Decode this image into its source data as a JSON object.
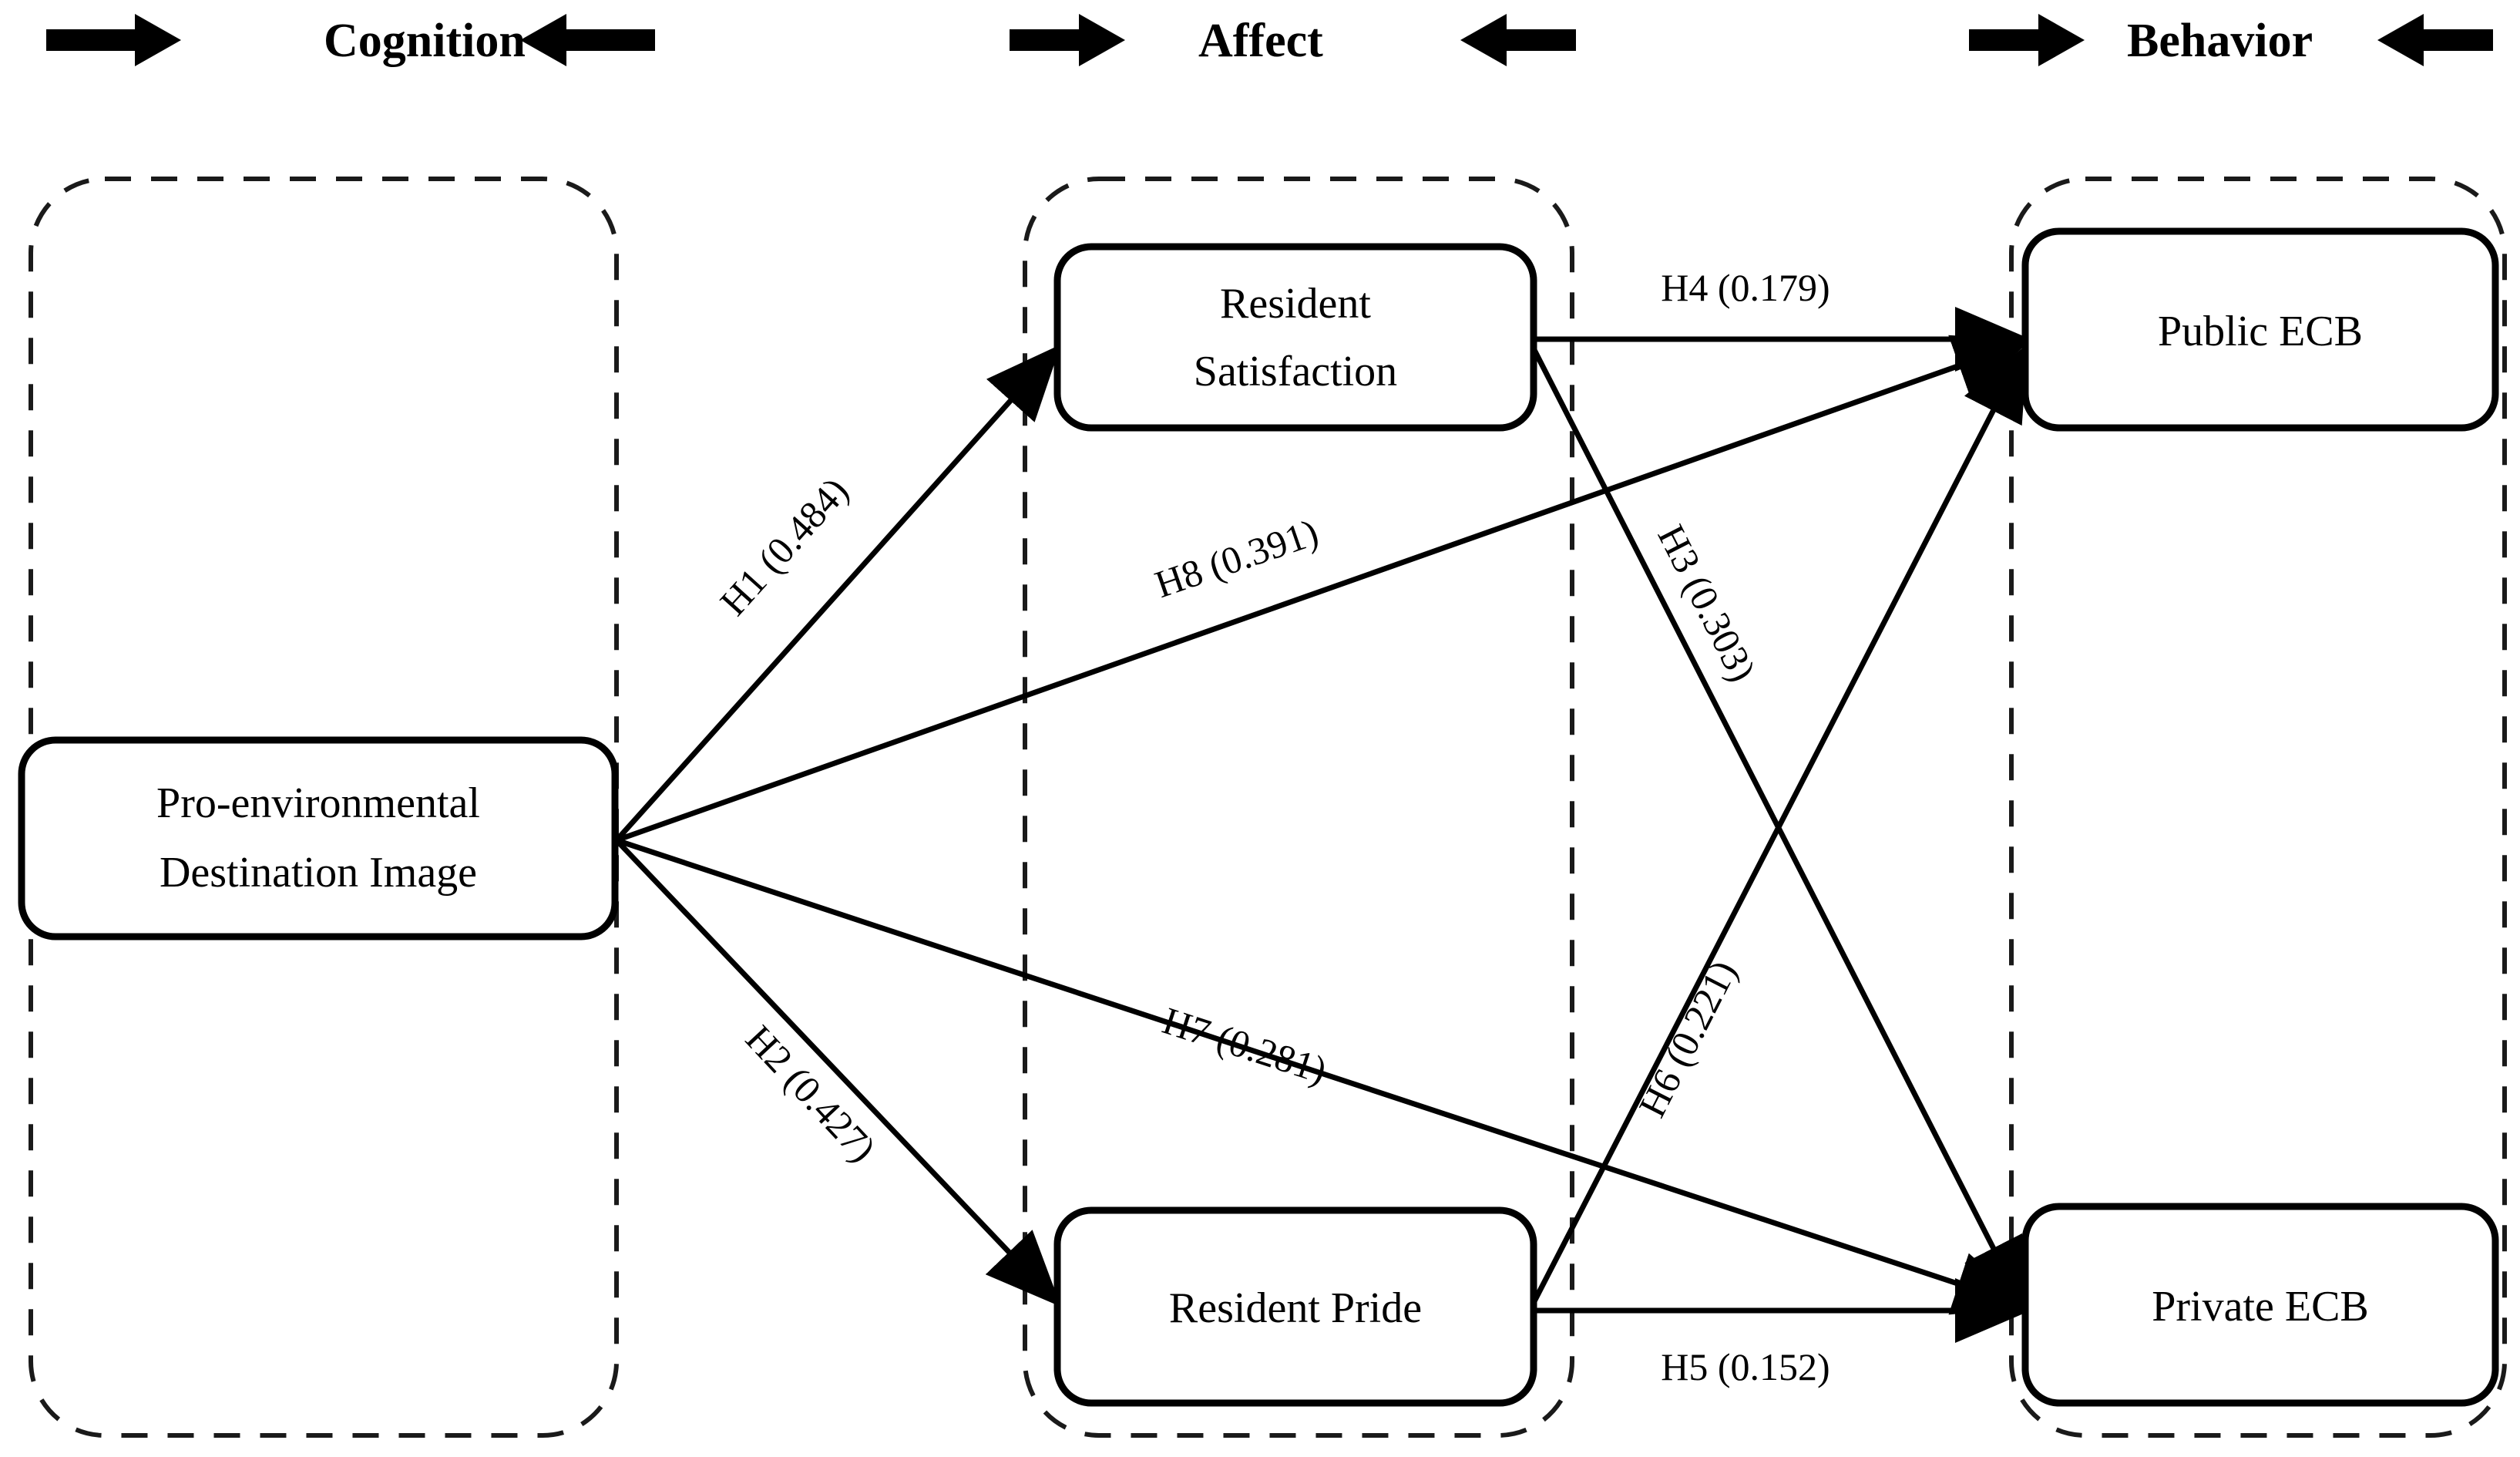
{
  "figure": {
    "type": "structural-equation-model",
    "headers": [
      {
        "id": "cognition",
        "label": "Cognition"
      },
      {
        "id": "affect",
        "label": "Affect"
      },
      {
        "id": "behavior",
        "label": "Behavior"
      }
    ],
    "nodes": [
      {
        "id": "pedi",
        "line1": "Pro-environmental",
        "line2": "Destination Image",
        "group": "cognition"
      },
      {
        "id": "satisfaction",
        "line1": "Resident",
        "line2": "Satisfaction",
        "group": "affect"
      },
      {
        "id": "pride",
        "line1": "Resident Pride",
        "line2": "",
        "group": "affect"
      },
      {
        "id": "public_ecb",
        "line1": "Public ECB",
        "line2": "",
        "group": "behavior"
      },
      {
        "id": "private_ecb",
        "line1": "Private ECB",
        "line2": "",
        "group": "behavior"
      }
    ],
    "paths": [
      {
        "id": "H1",
        "label": "H1 (0.484)",
        "hypothesis": "H1",
        "coefficient": 0.484,
        "from": "pedi",
        "to": "satisfaction"
      },
      {
        "id": "H2",
        "label": "H2 (0.427)",
        "hypothesis": "H2",
        "coefficient": 0.427,
        "from": "pedi",
        "to": "pride"
      },
      {
        "id": "H3",
        "label": "H3 (0.303)",
        "hypothesis": "H3",
        "coefficient": 0.303,
        "from": "satisfaction",
        "to": "private_ecb"
      },
      {
        "id": "H4",
        "label": "H4 (0.179)",
        "hypothesis": "H4",
        "coefficient": 0.179,
        "from": "satisfaction",
        "to": "public_ecb"
      },
      {
        "id": "H5",
        "label": "H5 (0.152)",
        "hypothesis": "H5",
        "coefficient": 0.152,
        "from": "pride",
        "to": "private_ecb"
      },
      {
        "id": "H6",
        "label": "H6 (0.221)",
        "hypothesis": "H6",
        "coefficient": 0.221,
        "from": "pride",
        "to": "public_ecb"
      },
      {
        "id": "H7",
        "label": "H7 (0.281)",
        "hypothesis": "H7",
        "coefficient": 0.281,
        "from": "pedi",
        "to": "private_ecb"
      },
      {
        "id": "H8",
        "label": "H8 (0.391)",
        "hypothesis": "H8",
        "coefficient": 0.391,
        "from": "pedi",
        "to": "public_ecb"
      }
    ],
    "colors": {
      "line": "#000000",
      "dashed_group": "#1a1a1a",
      "background": "#ffffff"
    }
  }
}
